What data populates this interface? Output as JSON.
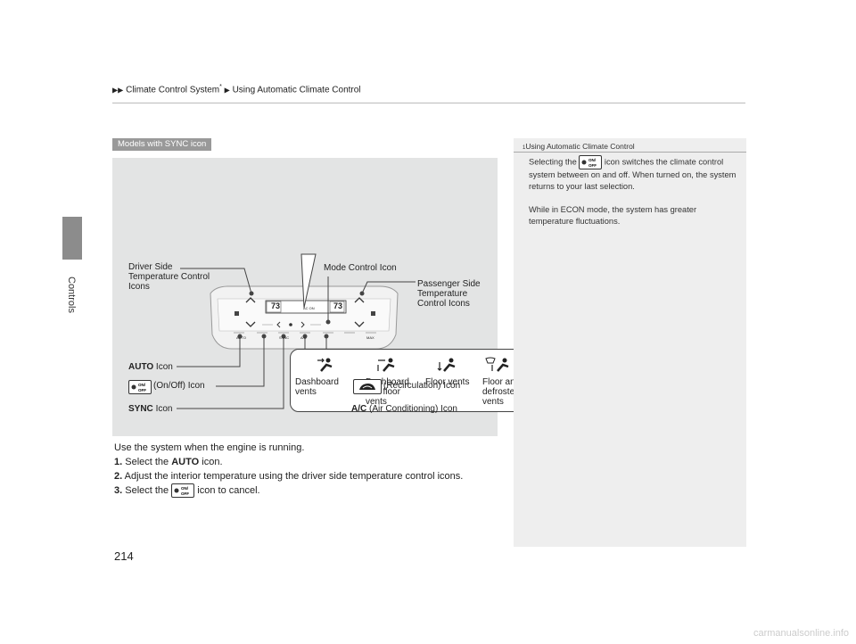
{
  "breadcrumb": {
    "part1": "Climate Control System",
    "star": "*",
    "part2": "Using Automatic Climate Control"
  },
  "side_tab": "Controls",
  "page_number": "214",
  "figure": {
    "tag": "Models with SYNC icon",
    "popup": {
      "dashboard_vents": "Dashboard\nvents",
      "dashboard_floor_vents": "Dashboard\nand floor\nvents",
      "floor_vents": "Floor vents",
      "floor_defroster_vents": "Floor and\ndefroster\nvents"
    },
    "labels": {
      "driver_side": "Driver Side\nTemperature Control\nIcons",
      "mode_control": "Mode Control Icon",
      "passenger_side": "Passenger Side\nTemperature\nControl Icons",
      "auto_bold": "AUTO",
      "auto_rest": " Icon",
      "onoff": "(On/Off) Icon",
      "sync_bold": "SYNC",
      "sync_rest": " Icon",
      "recirc": "(Recirculation) Icon",
      "ac_bold": "A/C",
      "ac_rest": " (Air Conditioning) Icon"
    },
    "panel": {
      "left_temp": "73",
      "right_temp": "73",
      "status": "AC ON",
      "buttons": [
        "AUTO",
        "",
        "SYNC",
        "A/C",
        "",
        "",
        "",
        "MAX"
      ]
    }
  },
  "body": {
    "intro": "Use the system when the engine is running.",
    "step1_num": "1.",
    "step1_pre": " Select the ",
    "step1_bold": "AUTO",
    "step1_post": " icon.",
    "step2_num": "2.",
    "step2_text": " Adjust the interior temperature using the driver side temperature control icons.",
    "step3_num": "3.",
    "step3_pre": " Select the ",
    "step3_post": " icon to cancel."
  },
  "sidebar": {
    "heading": "Using Automatic Climate Control",
    "p1_pre": "Selecting the ",
    "p1_post": " icon switches the climate control system between on and off. When turned on, the system returns to your last selection.",
    "p2": "While in ECON mode, the system has greater temperature fluctuations."
  },
  "watermark": "carmanualsonline.info"
}
